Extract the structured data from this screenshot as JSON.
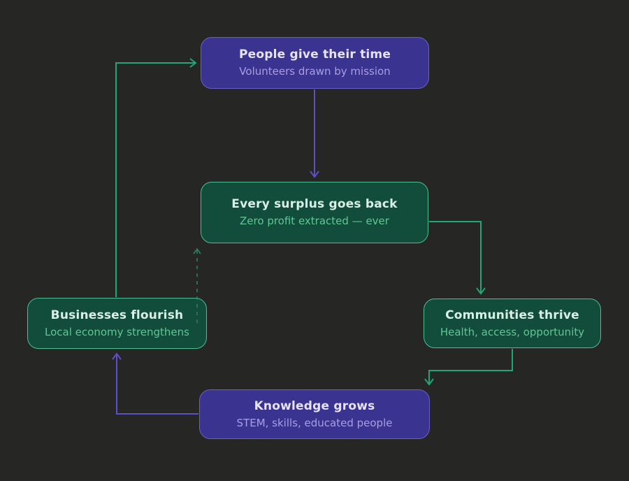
{
  "diagram": {
    "background": "#262624",
    "colors": {
      "bg": "#262624",
      "purple_fill": "#3b3390",
      "purple_border": "#6a60c4",
      "purple_title": "#e6e3f7",
      "purple_subtitle": "#a89ee4",
      "purple_arrow": "#5b50c6",
      "green_fill": "#124c3b",
      "green_border": "#4cbf93",
      "green_title": "#d8f0e5",
      "green_subtitle": "#5ec795",
      "green_arrow": "#21a678",
      "dashed_arrow": "#2e7f66"
    },
    "nodes": [
      {
        "id": "people",
        "variant": "purple",
        "title": "People give their time",
        "subtitle": "Volunteers drawn by mission"
      },
      {
        "id": "surplus",
        "variant": "green",
        "title": "Every surplus goes back",
        "subtitle": "Zero profit extracted — ever"
      },
      {
        "id": "communities",
        "variant": "green",
        "title": "Communities thrive",
        "subtitle": "Health, access, opportunity"
      },
      {
        "id": "businesses",
        "variant": "green",
        "title": "Businesses flourish",
        "subtitle": "Local economy strengthens"
      },
      {
        "id": "knowledge",
        "variant": "purple",
        "title": "Knowledge grows",
        "subtitle": "STEM, skills, educated people"
      }
    ],
    "edges": [
      {
        "from": "people",
        "to": "surplus",
        "style": "solid",
        "color": "purple"
      },
      {
        "from": "surplus",
        "to": "communities",
        "style": "solid",
        "color": "green"
      },
      {
        "from": "communities",
        "to": "knowledge",
        "style": "solid",
        "color": "green"
      },
      {
        "from": "knowledge",
        "to": "businesses",
        "style": "solid",
        "color": "purple"
      },
      {
        "from": "businesses",
        "to": "people",
        "style": "solid",
        "color": "green"
      },
      {
        "from": "businesses",
        "to": "surplus",
        "style": "dashed",
        "color": "green"
      }
    ]
  }
}
